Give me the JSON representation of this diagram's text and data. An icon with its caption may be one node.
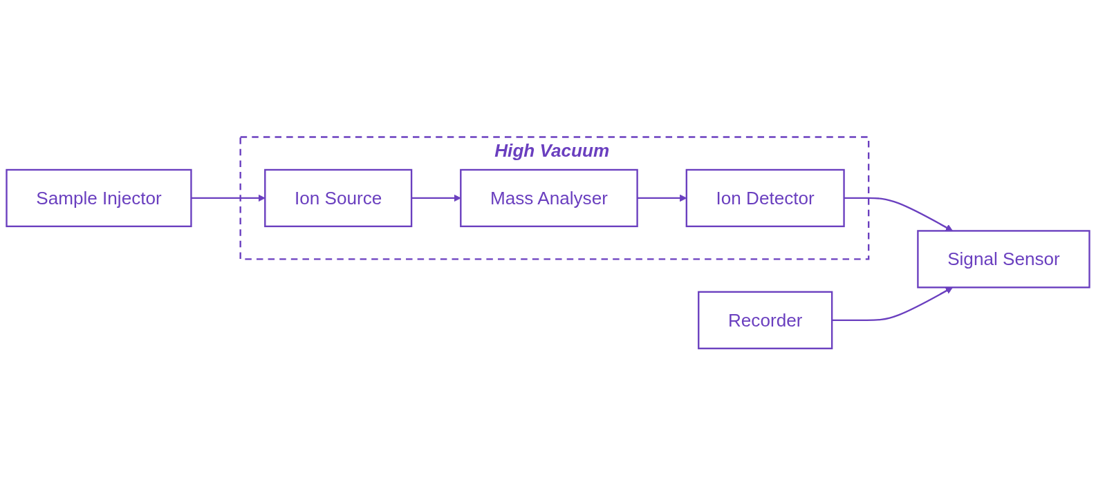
{
  "diagram": {
    "nodes": [
      {
        "text": [
          "Sample Injector"
        ]
      },
      {
        "text": [
          "High Vacuum"
        ]
      },
      {
        "text": [
          "Ion Source"
        ],
        "in": 1
      },
      {
        "text": [
          "Mass Analyser"
        ],
        "in": 1
      },
      {
        "text": [
          "Ion Detector"
        ],
        "in": 1
      },
      {
        "text": [
          "Recorder"
        ]
      },
      {
        "text": [
          "Signal Sensor"
        ]
      }
    ],
    "edges": [
      {
        "from": 0,
        "to": 2,
        "arrow": "to"
      },
      {
        "from": 2,
        "to": 3,
        "arrow": "to"
      },
      {
        "from": 3,
        "to": 4,
        "arrow": "to"
      },
      {
        "from": 4,
        "to": 6,
        "arrow": "to"
      },
      {
        "from": 5,
        "to": 6,
        "arrow": "to"
      }
    ]
  }
}
